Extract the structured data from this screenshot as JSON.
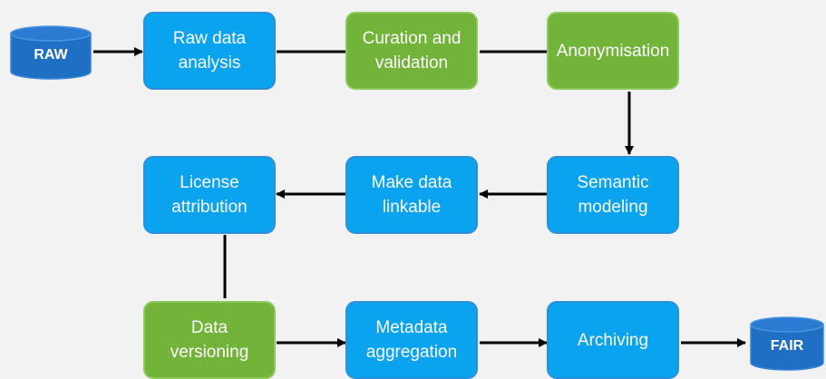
{
  "nodes": {
    "raw": "RAW",
    "fair": "FAIR",
    "raw_data_analysis": "Raw data\nanalysis",
    "curation_validation": "Curation and\nvalidation",
    "anonymisation": "Anonymisation",
    "semantic_modeling": "Semantic\nmodeling",
    "make_data_linkable": "Make data\nlinkable",
    "license_attribution": "License\nattribution",
    "data_versioning": "Data\nversioning",
    "metadata_aggregation": "Metadata\naggregation",
    "archiving": "Archiving"
  },
  "colors": {
    "background": "#f2f2f2",
    "step_blue": "#0aa3ef",
    "step_green": "#72b33a",
    "database": "#1f6fc4",
    "connector": "#000000"
  }
}
